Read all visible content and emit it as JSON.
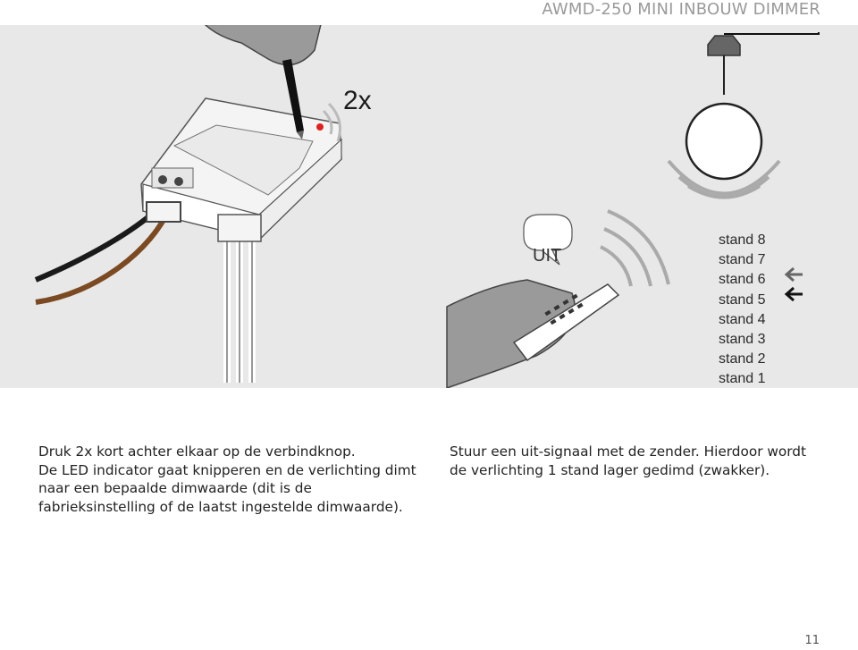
{
  "header": {
    "title": "AWMD-250 MINI INBOUW DIMMER"
  },
  "illustration": {
    "press_count": "2x",
    "remote_signal": "UIT",
    "dim_levels": [
      "stand 8",
      "stand 7",
      "stand 6",
      "stand 5",
      "stand 4",
      "stand 3",
      "stand 2",
      "stand 1"
    ],
    "background_color": "#e8e8e8"
  },
  "left_text": {
    "line1": "Druk 2x kort achter elkaar op de verbindknop.",
    "line2": "De LED indicator gaat knipperen en de verlichting dimt naar een bepaalde dimwaarde (dit is de fabrieksinstelling of de laatst ingestelde dimwaarde)."
  },
  "right_text": {
    "line1": "Stuur een uit-signaal met de zender. Hierdoor wordt de verlichting 1 stand lager gedimd (zwakker)."
  },
  "footer": {
    "page_number": "11"
  }
}
